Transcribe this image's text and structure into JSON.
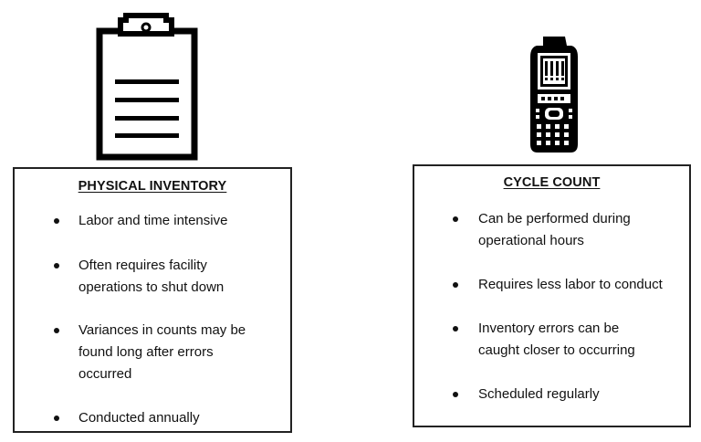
{
  "left_panel": {
    "icon": "clipboard-icon",
    "title": "PHYSICAL INVENTORY",
    "items": [
      {
        "line1": "Labor and time intensive",
        "line2": "",
        "line3": ""
      },
      {
        "line1": "Often requires facility",
        "line2": "operations to shut down",
        "line3": ""
      },
      {
        "line1": "Variances in counts may be",
        "line2": "found long after errors",
        "line3": "occurred"
      },
      {
        "line1": "Conducted annually",
        "line2": "",
        "line3": ""
      }
    ]
  },
  "right_panel": {
    "icon": "barcode-scanner-icon",
    "title": "CYCLE COUNT",
    "items": [
      {
        "line1": "Can be performed during",
        "line2": "operational hours"
      },
      {
        "line1": "Requires less labor to conduct",
        "line2": ""
      },
      {
        "line1": "Inventory errors can be",
        "line2": "caught closer to occurring"
      },
      {
        "line1": "Scheduled regularly",
        "line2": ""
      }
    ]
  }
}
